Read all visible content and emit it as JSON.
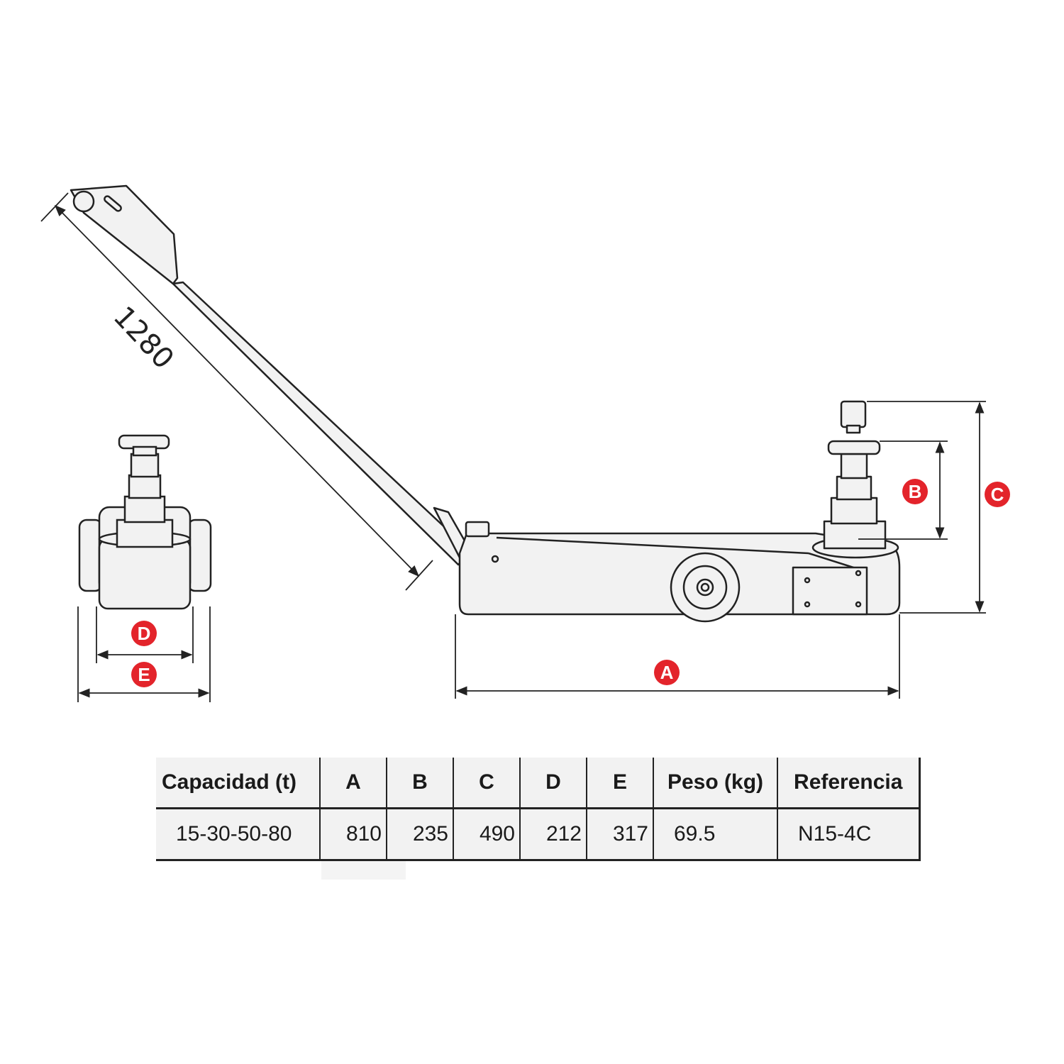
{
  "diagram": {
    "handle_length_label": "1280",
    "dimension_markers": {
      "A": "A",
      "B": "B",
      "C": "C",
      "D": "D",
      "E": "E"
    },
    "colors": {
      "marker_red": "#e3242b",
      "line": "#222222",
      "body_fill": "#f2f2f2"
    }
  },
  "spec_table": {
    "headers": [
      "Capacidad (t)",
      "A",
      "B",
      "C",
      "D",
      "E",
      "Peso (kg)",
      "Referencia"
    ],
    "row": [
      "15-30-50-80",
      "810",
      "235",
      "490",
      "212",
      "317",
      "69.5",
      "N15-4C"
    ]
  }
}
